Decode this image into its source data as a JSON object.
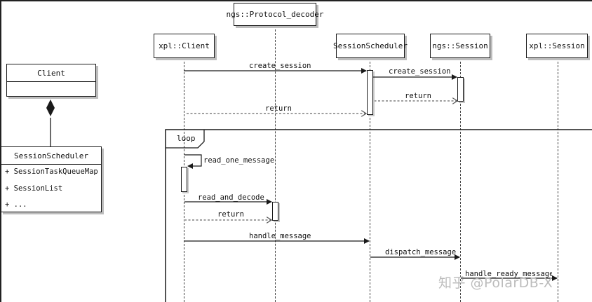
{
  "participants": {
    "decoder": "ngs::Protocol_decoder",
    "client": "xpl::Client",
    "scheduler": "SessionScheduler",
    "ngs_session": "ngs::Session",
    "xpl_session": "xpl::Session"
  },
  "classes": {
    "client": {
      "name": "Client"
    },
    "scheduler": {
      "name": "SessionScheduler",
      "attributes": [
        "+ SessionTaskQueueMap",
        "+ SessionList",
        "+ ..."
      ]
    }
  },
  "loop": {
    "label": "loop"
  },
  "messages": {
    "create_session_1": "create_session",
    "create_session_2": "create_session",
    "return_1": "return",
    "return_2": "return",
    "read_one_message": "read_one_message",
    "read_and_decode": "read_and_decode",
    "return_3": "return",
    "handle_message": "handle_message",
    "dispatch_message": "dispatch_message",
    "handle_ready_message": "handle_ready_message"
  },
  "watermark": "知乎 @PolarDB-X"
}
